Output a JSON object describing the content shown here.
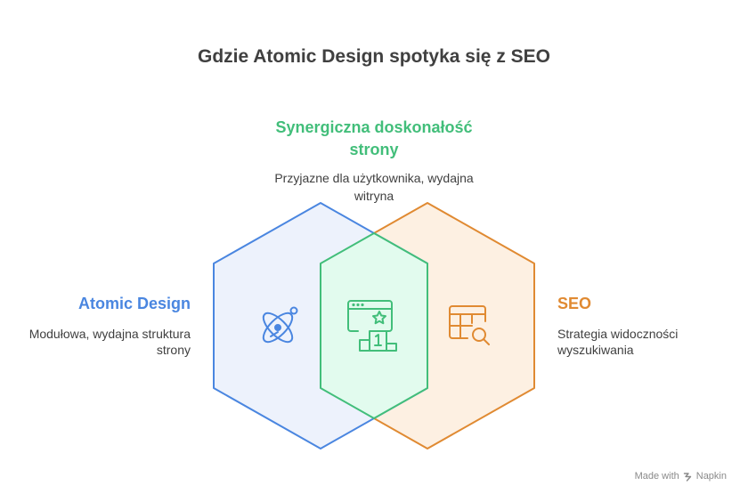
{
  "title": "Gdzie Atomic Design spotyka się z SEO",
  "center": {
    "heading": "Synergiczna doskonałość strony",
    "description": "Przyjazne dla użytkownika, wydajna witryna",
    "color": "#42be7a",
    "fill": "#e2fbee",
    "icon": "website-podium-star-icon"
  },
  "left": {
    "heading": "Atomic Design",
    "description": "Modułowa, wydajna struktura strony",
    "color": "#4a86e0",
    "fill": "#edf2fc",
    "icon": "atom-icon"
  },
  "right": {
    "heading": "SEO",
    "description": "Strategia widoczności wyszukiwania",
    "color": "#e08a32",
    "fill": "#fdf0e2",
    "icon": "table-search-icon"
  },
  "watermark": {
    "prefix": "Made with",
    "brand": "Napkin",
    "icon": "napkin-logo-icon"
  }
}
